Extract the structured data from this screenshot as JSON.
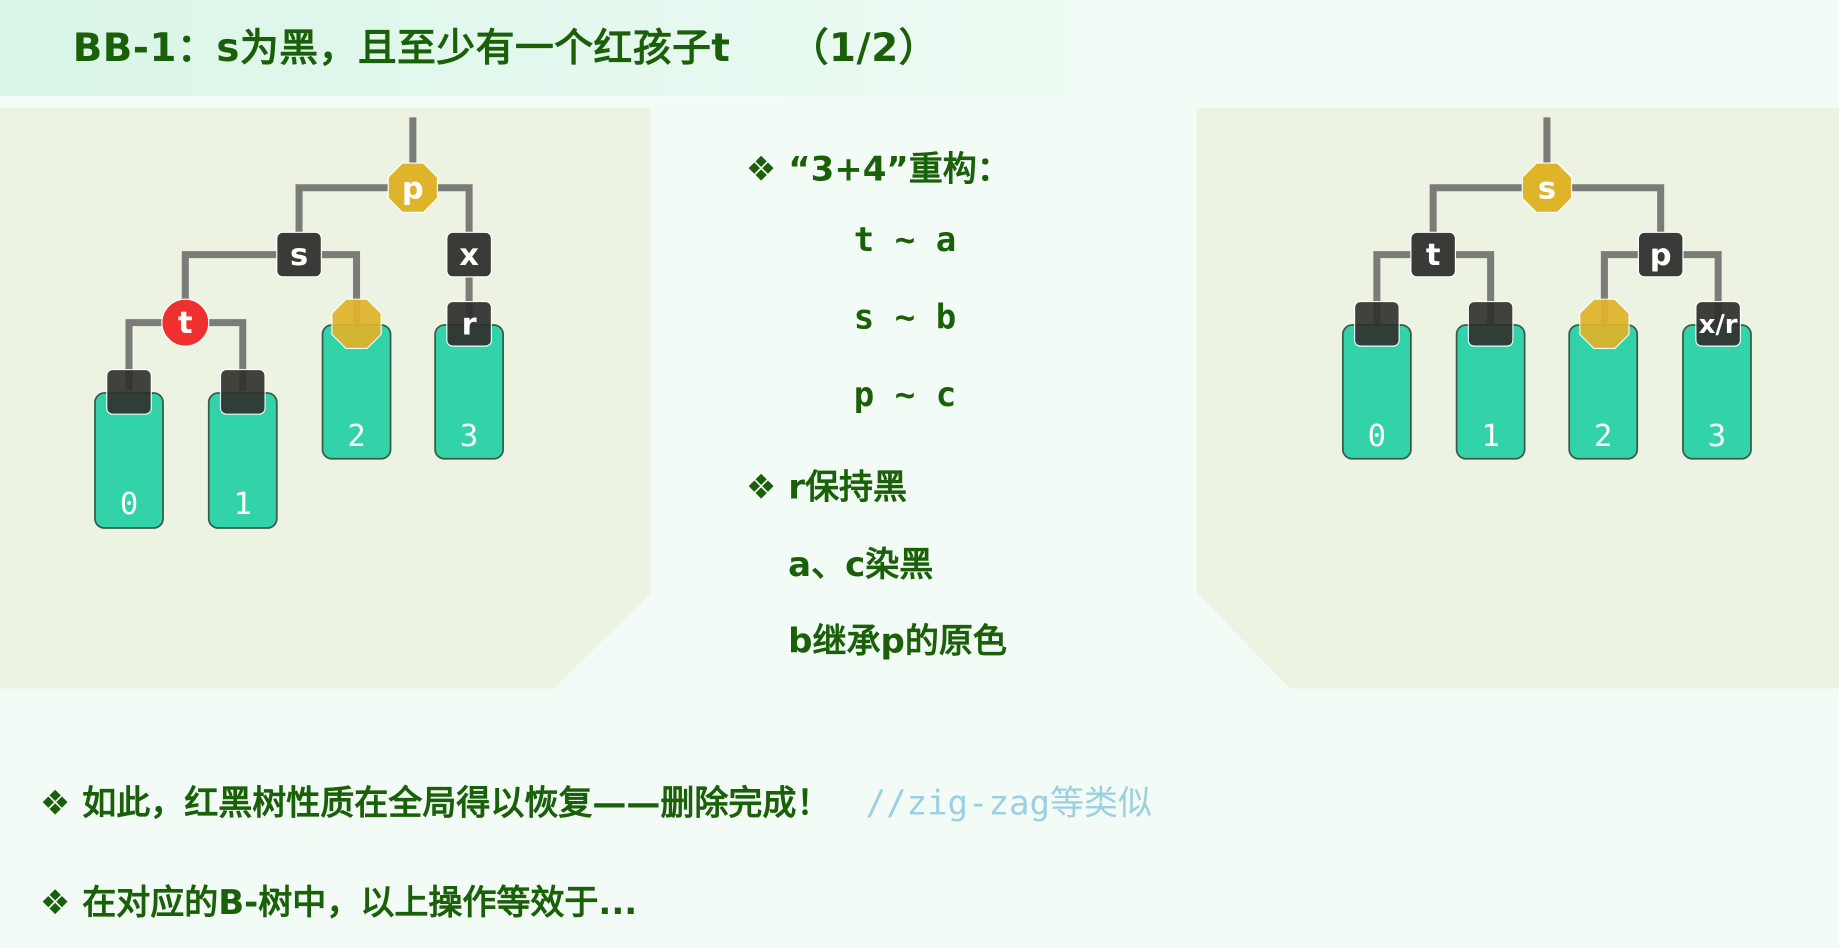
{
  "title": "BB-1：s为黑，且至少有一个红孩子t　　（1/2）",
  "colors": {
    "text": "#1a6008",
    "comment": "#9ccfe0",
    "red": "#ee3030",
    "gold": "#e0b42a",
    "black": "#3a3a36",
    "subtree": "#32d3a8",
    "edge": "#7a7d77"
  },
  "left_tree": {
    "root": "p",
    "s": "s",
    "x": "x",
    "t": "t",
    "r": "r",
    "leaves": [
      "0",
      "1",
      "2",
      "3"
    ]
  },
  "right_tree": {
    "root": "s",
    "t": "t",
    "p": "p",
    "xr": "x/r",
    "leaves": [
      "0",
      "1",
      "2",
      "3"
    ]
  },
  "middle": {
    "bullet1": "❖ “3+4”重构：",
    "map1": "t ~ a",
    "map2": "s ~ b",
    "map3": "p ~ c",
    "bullet2": "❖ r保持黑",
    "line1": "a、c染黑",
    "line2": "b继承p的原色"
  },
  "bottom": {
    "line1": "❖ 如此，红黑树性质在全局得以恢复——删除完成！",
    "comment": "//zig-zag等类似",
    "line2": "❖ 在对应的B-树中，以上操作等效于..."
  }
}
